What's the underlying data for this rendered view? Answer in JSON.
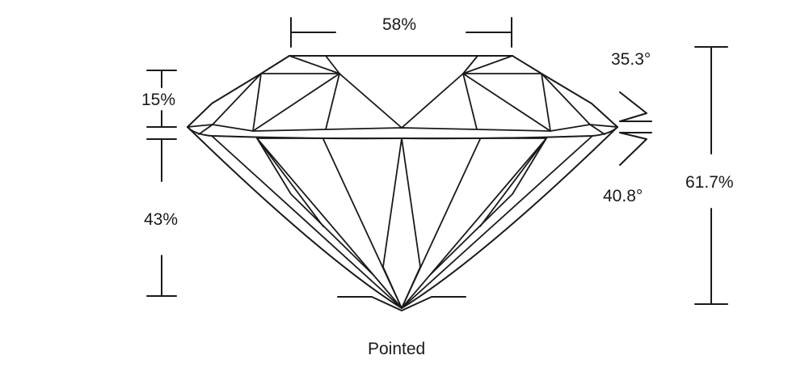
{
  "labels": {
    "table_percent": "58%",
    "crown_height": "15%",
    "pavilion_depth": "43%",
    "crown_angle": "35.3°",
    "pavilion_angle": "40.8°",
    "total_depth": "61.7%",
    "culet": "Pointed"
  },
  "colors": {
    "line": "#1a1a1a",
    "text": "#1a1a1a",
    "background": "#ffffff"
  }
}
